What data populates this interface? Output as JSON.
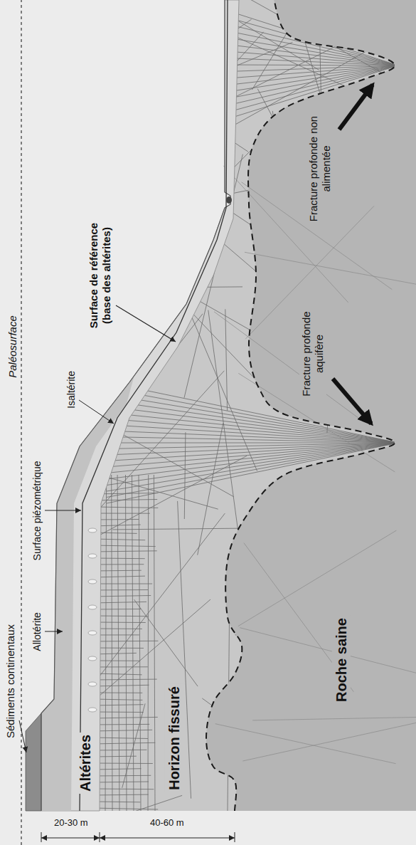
{
  "diagram": {
    "labels": [
      "Paléosurface",
      "Sédiments continentaux",
      "Allotérite",
      "Surface piézométrique",
      "Isaltérite",
      "Surface de référence (base des altérites)",
      "Altérites",
      "Horizon fissuré",
      "Roche saine",
      "Fracture profonde aquifère",
      "Fracture profonde non alimentée",
      "20-30 m",
      "40-60 m"
    ]
  }
}
